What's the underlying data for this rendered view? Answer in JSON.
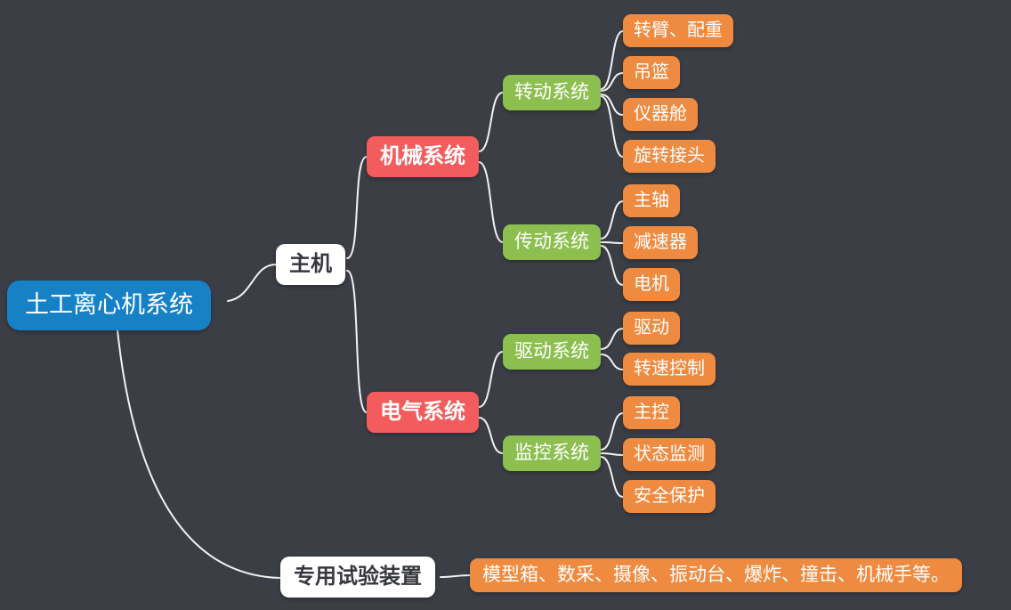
{
  "mindmap": {
    "type": "mindmap",
    "root": {
      "label": "土工离心机系统"
    },
    "branches": [
      {
        "label": "主机",
        "children": [
          {
            "label": "机械系统",
            "children": [
              {
                "label": "转动系统",
                "children": [
                  {
                    "label": "转臂、配重"
                  },
                  {
                    "label": "吊篮"
                  },
                  {
                    "label": "仪器舱"
                  },
                  {
                    "label": "旋转接头"
                  }
                ]
              },
              {
                "label": "传动系统",
                "children": [
                  {
                    "label": "主轴"
                  },
                  {
                    "label": "减速器"
                  },
                  {
                    "label": "电机"
                  }
                ]
              }
            ]
          },
          {
            "label": "电气系统",
            "children": [
              {
                "label": "驱动系统",
                "children": [
                  {
                    "label": "驱动"
                  },
                  {
                    "label": "转速控制"
                  }
                ]
              },
              {
                "label": "监控系统",
                "children": [
                  {
                    "label": "主控"
                  },
                  {
                    "label": "状态监测"
                  },
                  {
                    "label": "安全保护"
                  }
                ]
              }
            ]
          }
        ]
      },
      {
        "label": "专用试验装置",
        "children": [
          {
            "label": "模型箱、数采、摄像、振动台、爆炸、撞击、机械手等。"
          }
        ]
      }
    ]
  },
  "colors": {
    "background": "#3b3e45",
    "root": "#1781c6",
    "level1": "#ffffff",
    "level2": "#f25c5c",
    "level3": "#8cbf4f",
    "leaf": "#ee8b41",
    "connector": "#f2f2f2",
    "text_dark": "#36383e",
    "text_light": "#ffffff"
  }
}
